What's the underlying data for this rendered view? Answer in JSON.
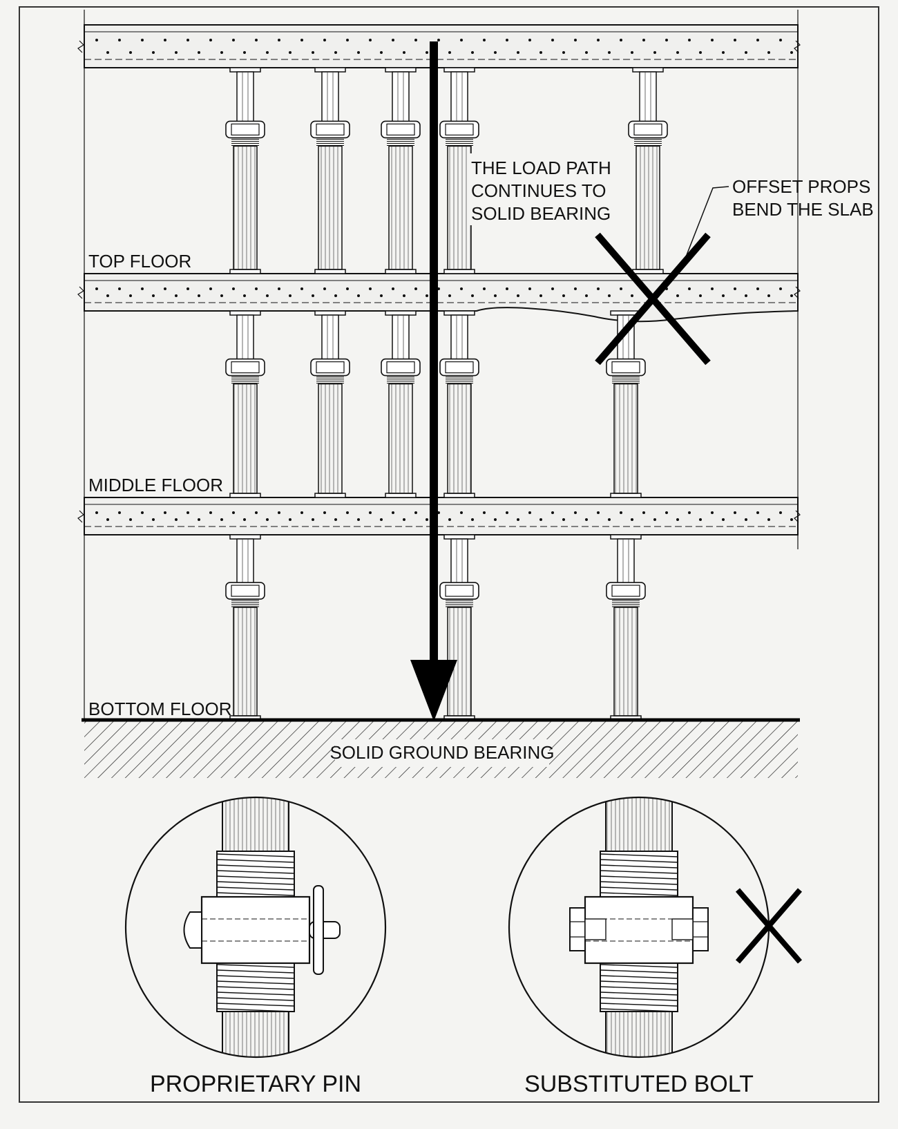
{
  "labels": {
    "top_floor": "TOP FLOOR",
    "middle_floor": "MIDDLE FLOOR",
    "bottom_floor": "BOTTOM FLOOR",
    "ground": "SOLID GROUND BEARING"
  },
  "callouts": {
    "load_path": [
      "THE LOAD PATH",
      "CONTINUES TO",
      "SOLID BEARING"
    ],
    "offset_props": [
      "OFFSET PROPS",
      "BEND THE SLAB"
    ]
  },
  "details": {
    "pin_caption": "PROPRIETARY PIN",
    "bolt_caption": "SUBSTITUTED BOLT"
  },
  "colors": {
    "ink": "#111111",
    "paper": "#f4f4f2",
    "slab": "#f0f0ee"
  }
}
